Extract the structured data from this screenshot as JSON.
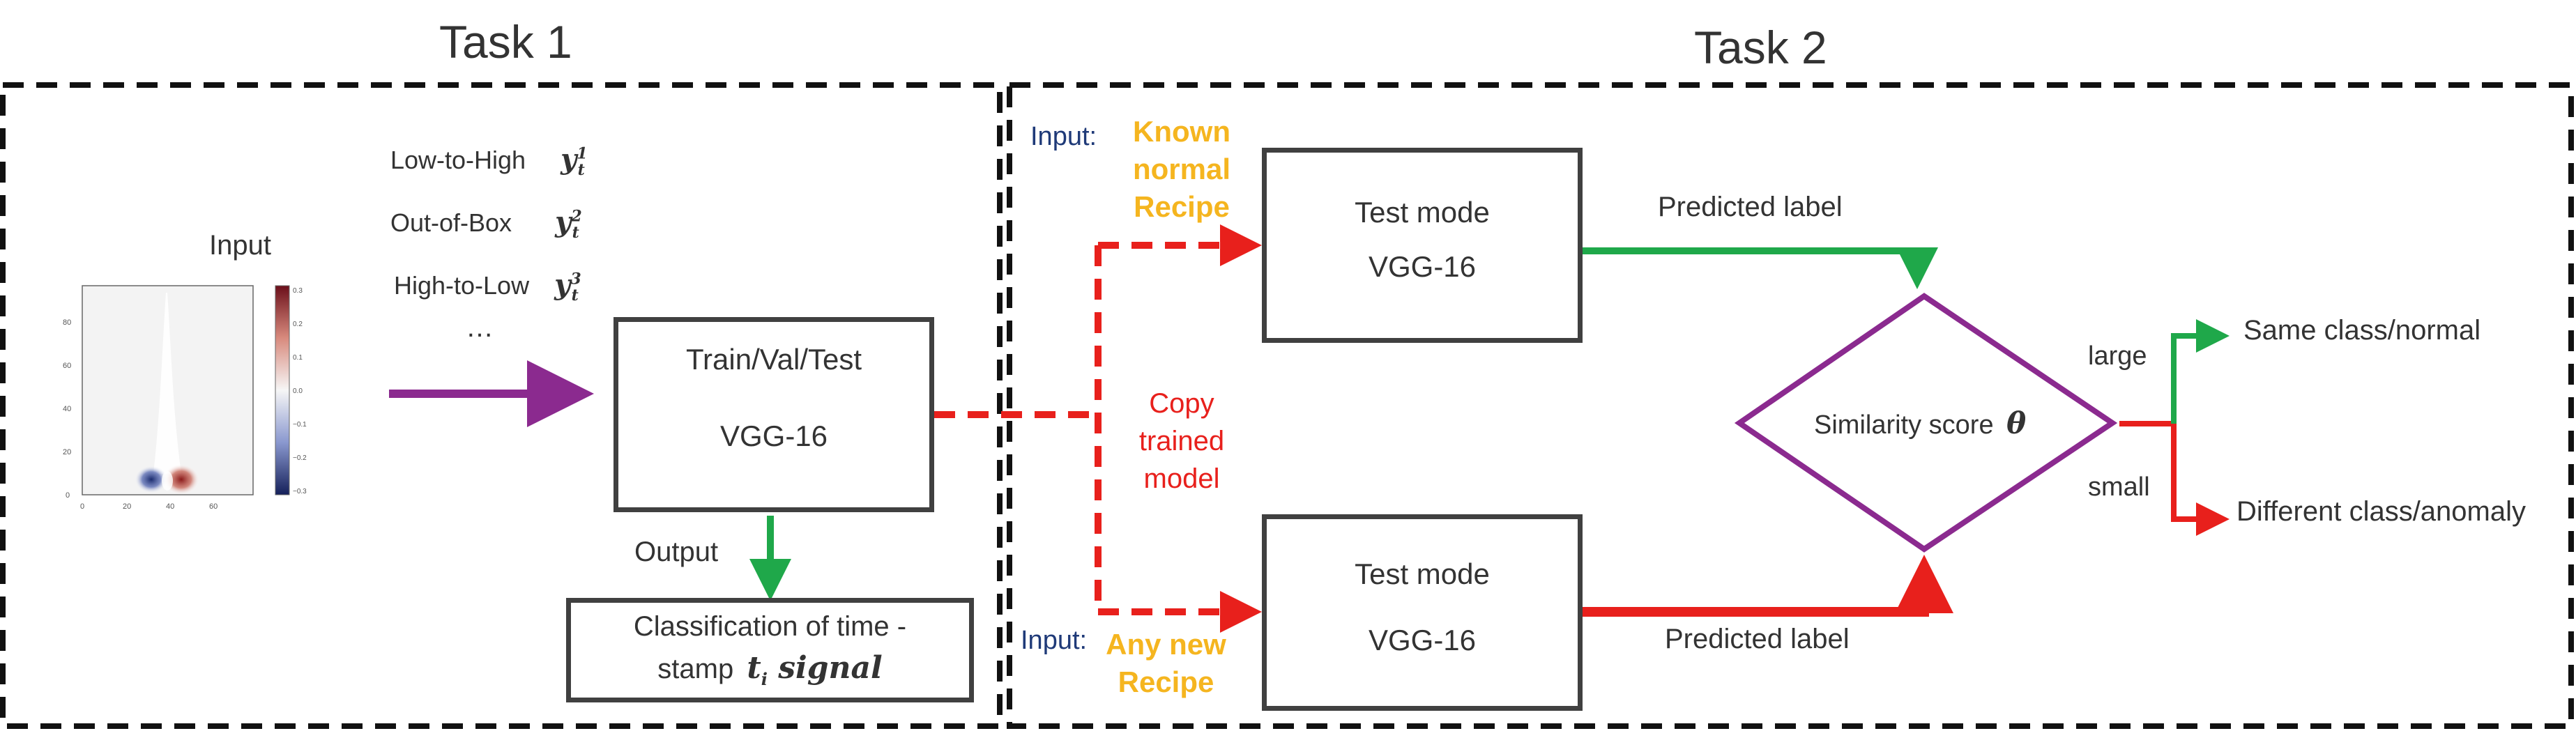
{
  "task1": {
    "title": "Task 1",
    "input_label": "Input",
    "classes": [
      {
        "name": "Low-to-High",
        "sym": "y",
        "sup": "1",
        "sub": "t"
      },
      {
        "name": "Out-of-Box",
        "sym": "y",
        "sup": "2",
        "sub": "t"
      },
      {
        "name": "High-to-Low",
        "sym": "y",
        "sup": "3",
        "sub": "t"
      }
    ],
    "ellipsis": "…",
    "train_box": {
      "line1": "Train/Val/Test",
      "line2": "VGG-16"
    },
    "output_label": "Output",
    "classification_box": {
      "line1": "Classification of time -",
      "line2_text": "stamp",
      "line2_math": "t",
      "line2_math_sub": "i",
      "line2_math_tail": " signal"
    },
    "heatmap": {
      "y_ticks": [
        "0",
        "20",
        "40",
        "60",
        "80"
      ],
      "x_ticks": [
        "0",
        "20",
        "40",
        "60"
      ],
      "colorbar_ticks": [
        "0.3",
        "0.2",
        "0.1",
        "0.0",
        "−0.1",
        "−0.2",
        "−0.3"
      ]
    }
  },
  "task2": {
    "title": "Task 2",
    "input_prefix": "Input:",
    "known_recipe": [
      "Known",
      "normal",
      "Recipe"
    ],
    "any_recipe": [
      "Any new",
      "Recipe"
    ],
    "copy_label": [
      "Copy trained",
      "model"
    ],
    "test_box_top": {
      "line1": "Test mode",
      "line2": "VGG-16"
    },
    "test_box_bottom": {
      "line1": "Test mode",
      "line2": "VGG-16"
    },
    "predicted_label_top": "Predicted label",
    "predicted_label_bottom": "Predicted label",
    "similarity": {
      "text": "Similarity score",
      "symbol": "θ"
    },
    "large_label": "large",
    "small_label": "small",
    "same_class": "Same class/normal",
    "different_class": "Different class/anomaly"
  },
  "colors": {
    "purple": "#8b2a8f",
    "green": "#1fa84a",
    "red": "#e8201c",
    "gold": "#f5b51f",
    "navy": "#1f3a78"
  }
}
